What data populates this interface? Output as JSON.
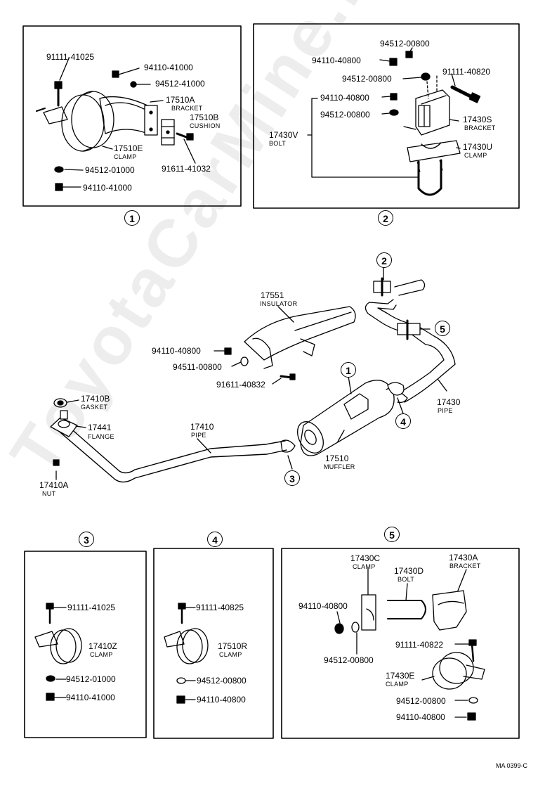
{
  "watermark": "ToyotaCarMine.ru",
  "drawing_code": "MA 0399-C",
  "callouts": {
    "c1": "1",
    "c2": "2",
    "c3": "3",
    "c4": "4",
    "c5": "5"
  },
  "panel1": {
    "p1": "91111-41025",
    "p2": "94110-41000",
    "p3": "94512-41000",
    "p4": "17510A",
    "p4s": "BRACKET",
    "p5": "17510B",
    "p5s": "CUSHION",
    "p6": "17510E",
    "p6s": "CLAMP",
    "p7": "91611-41032",
    "p8": "94512-01000",
    "p9": "94110-41000"
  },
  "panel2": {
    "p1": "94512-00800",
    "p2": "94110-40800",
    "p3": "94512-00800",
    "p4": "91111-40820",
    "p5": "94110-40800",
    "p6": "94512-00800",
    "p7": "17430S",
    "p7s": "BRACKET",
    "p8": "17430V",
    "p8s": "BOLT",
    "p9": "17430U",
    "p9s": "CLAMP"
  },
  "main": {
    "p1": "17551",
    "p1s": "INSULATOR",
    "p2": "94110-40800",
    "p3": "94511-00800",
    "p4": "91611-40832",
    "p5": "17410B",
    "p5s": "GASKET",
    "p6": "17441",
    "p6s": "FLANGE",
    "p7": "17410",
    "p7s": "PIPE",
    "p8": "17410A",
    "p8s": "NUT",
    "p9": "17510",
    "p9s": "MUFFLER",
    "p10": "17430",
    "p10s": "PIPE"
  },
  "panel3": {
    "p1": "91111-41025",
    "p2": "17410Z",
    "p2s": "CLAMP",
    "p3": "94512-01000",
    "p4": "94110-41000"
  },
  "panel4": {
    "p1": "91111-40825",
    "p2": "17510R",
    "p2s": "CLAMP",
    "p3": "94512-00800",
    "p4": "94110-40800"
  },
  "panel5": {
    "p1": "17430C",
    "p1s": "CLAMP",
    "p2": "17430D",
    "p2s": "BOLT",
    "p3": "17430A",
    "p3s": "BRACKET",
    "p4": "94110-40800",
    "p5": "91111-40822",
    "p6": "94512-00800",
    "p7": "17430E",
    "p7s": "CLAMP",
    "p8": "94512-00800",
    "p9": "94110-40800"
  }
}
